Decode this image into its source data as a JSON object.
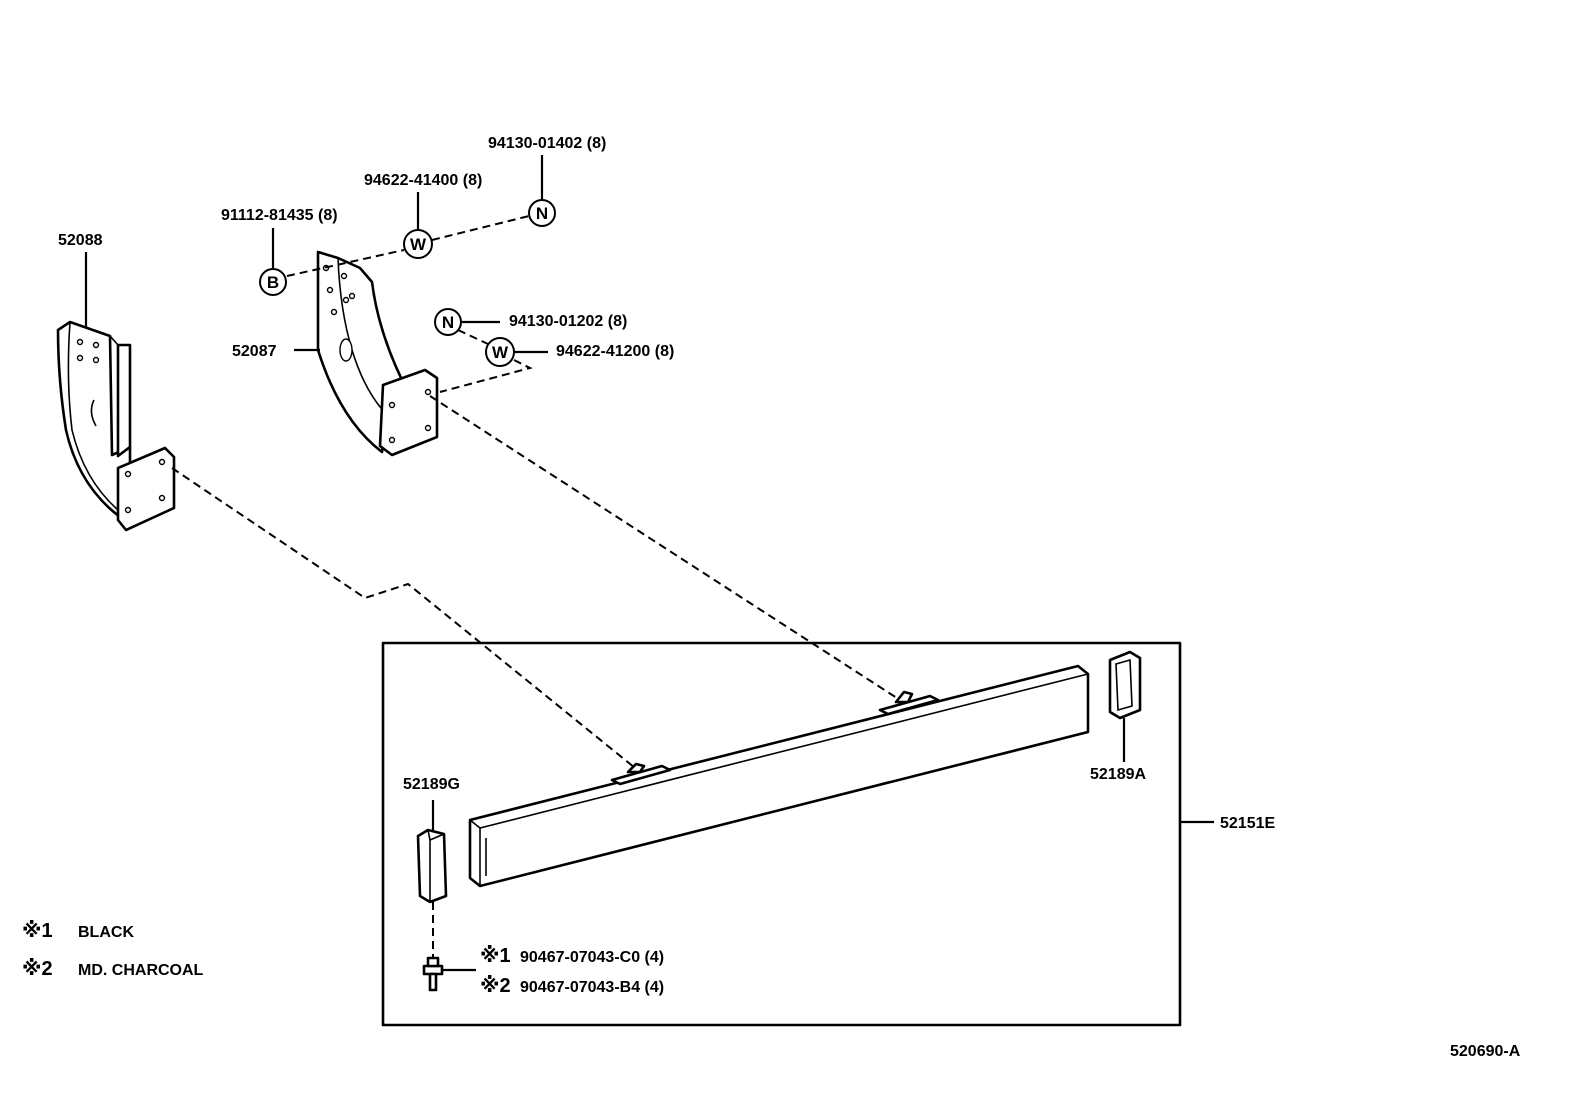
{
  "parts": {
    "p52088": "52088",
    "p52087": "52087",
    "p91112": "91112-81435 (8)",
    "p94622_400": "94622-41400 (8)",
    "p94130_402": "94130-01402 (8)",
    "p94130_202": "94130-01202 (8)",
    "p94622_200": "94622-41200 (8)",
    "p52189G": "52189G",
    "p52189A": "52189A",
    "p52151E": "52151E",
    "p90467_c0": "90467-07043-C0 (4)",
    "p90467_b4": "90467-07043-B4 (4)"
  },
  "callouts": {
    "bolt": "B",
    "washer": "W",
    "nut": "N"
  },
  "notes": {
    "mark1": "※1",
    "mark2": "※2",
    "black": "BLACK",
    "charcoal": "MD. CHARCOAL"
  },
  "diagram_code": "520690-A"
}
